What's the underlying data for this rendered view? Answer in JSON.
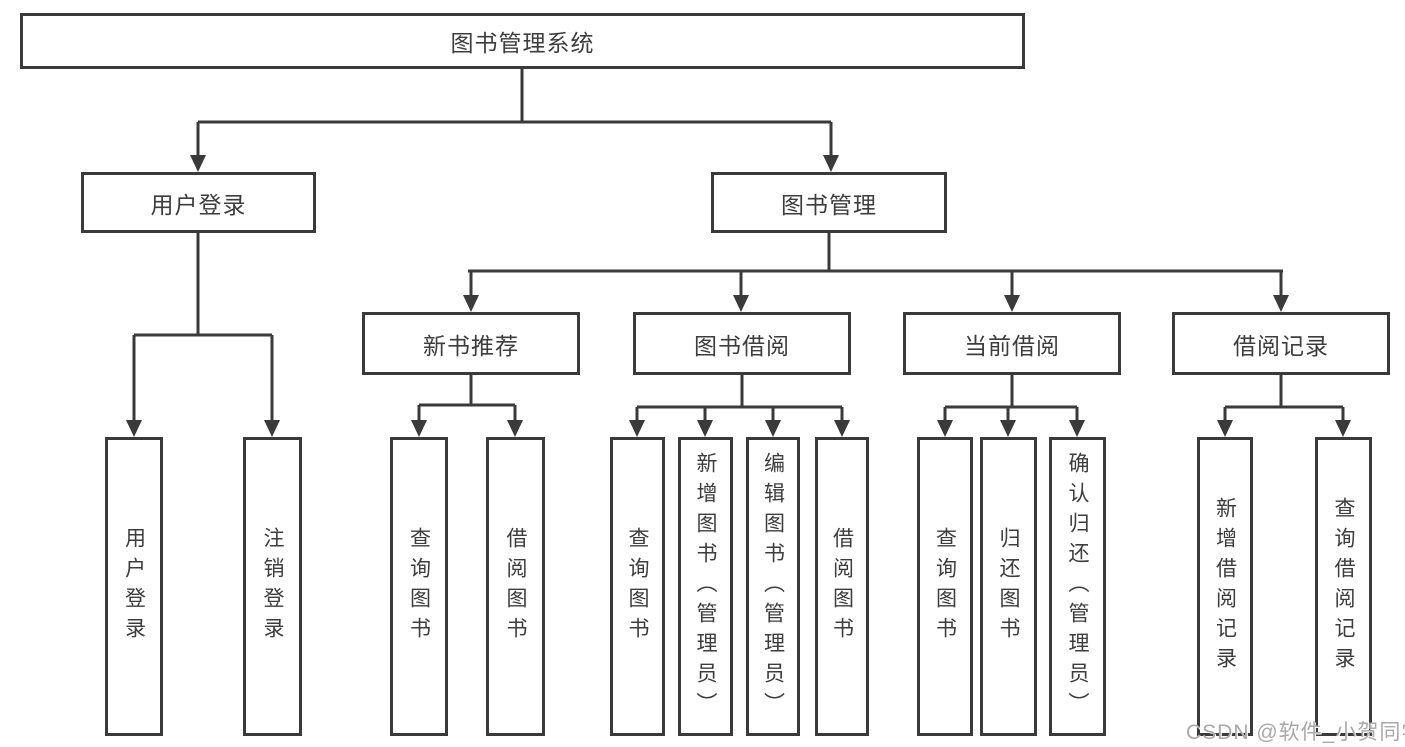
{
  "diagram_title": "图书管理系统",
  "nodes": {
    "root": "图书管理系统",
    "user_login": "用户登录",
    "book_mgmt": "图书管理",
    "new_books": "新书推荐",
    "book_borrow": "图书借阅",
    "current_borrow": "当前借阅",
    "borrow_records": "借阅记录",
    "leaves": {
      "user": [
        "用户登录",
        "注销登录"
      ],
      "new_books": [
        "查询图书",
        "借阅图书"
      ],
      "book_borrow": [
        "查询图书",
        "新增图书（管理员）",
        "编辑图书（管理员）",
        "借阅图书"
      ],
      "current_borrow": [
        "查询图书",
        "归还图书",
        "确认归还（管理员）"
      ],
      "borrow_records": [
        "新增借阅记录",
        "查询借阅记录"
      ]
    }
  },
  "watermark": {
    "text": "CSDN @软件_小贺同学",
    "color": "#a9a9a9"
  },
  "colors": {
    "line": "#3a3a3a",
    "text": "#3d3d3d",
    "background": "#ffffff"
  }
}
